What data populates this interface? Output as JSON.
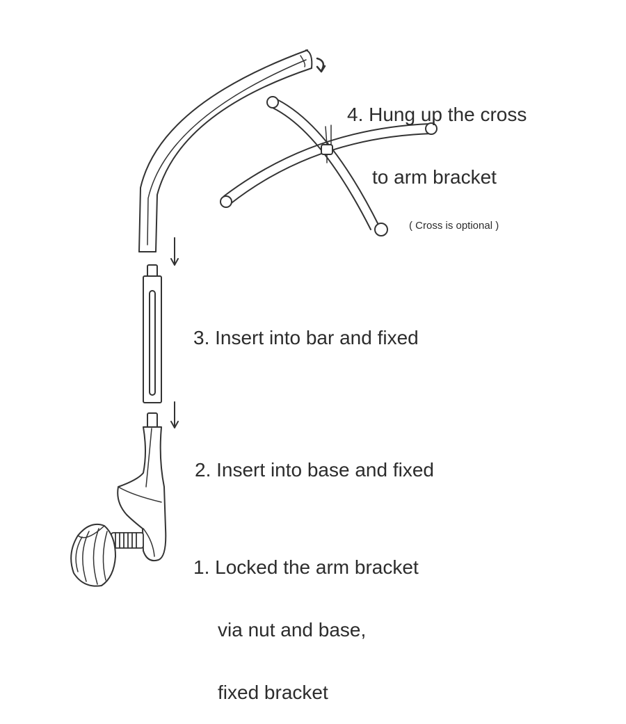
{
  "steps": {
    "step4": {
      "line1": "4. Hung up the cross",
      "line2": "to arm bracket"
    },
    "step3": {
      "line1": "3. Insert into bar and fixed"
    },
    "step2": {
      "line1": "2. Insert into base and fixed"
    },
    "step1": {
      "line1": "1. Locked the arm bracket",
      "line2": "via nut and base,",
      "line3": "fixed bracket"
    }
  },
  "note": {
    "cross_optional": "( Cross is optional )"
  },
  "colors": {
    "stroke": "#333333",
    "fill": "#ffffff",
    "text": "#2c2c2c"
  }
}
